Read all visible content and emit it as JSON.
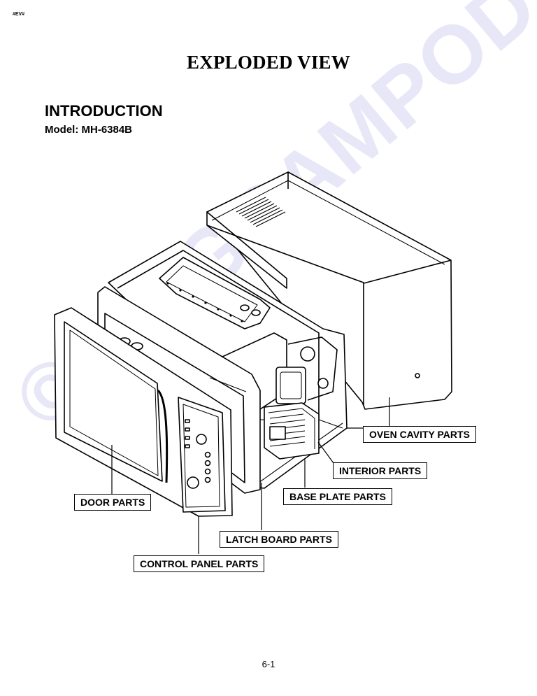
{
  "header": {
    "code": "#EV#"
  },
  "title": "EXPLODED VIEW",
  "intro": {
    "heading": "INTRODUCTION",
    "model": "Model: MH-6384B"
  },
  "watermark": "©DIAGRAMPODEJ.cz",
  "labels": {
    "oven_cavity": "OVEN CAVITY PARTS",
    "interior": "INTERIOR PARTS",
    "base_plate": "BASE PLATE PARTS",
    "door": "DOOR PARTS",
    "latch_board": "LATCH BOARD PARTS",
    "control_panel": "CONTROL PANEL PARTS"
  },
  "footer": {
    "page": "6-1"
  }
}
